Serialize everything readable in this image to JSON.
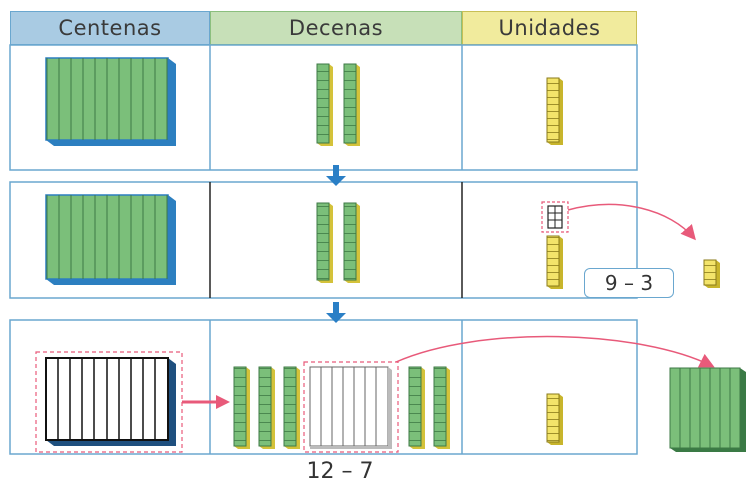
{
  "headers": {
    "centenas": "Centenas",
    "decenas": "Decenas",
    "unidades": "Unidades"
  },
  "operations": {
    "units_subtraction": "9 – 3",
    "tens_subtraction": "12 – 7"
  },
  "colors": {
    "centenas_header": "#a9cbe3",
    "decenas_header": "#c7e0b8",
    "unidades_header": "#f1eb9d",
    "block_green": "#7bbf7a",
    "block_blue": "#3a8fd0",
    "unit_yellow": "#f3e46a",
    "arrow_blue": "#2a7fc6",
    "arrow_pink": "#e85a7a",
    "grid_blue": "#6aa7cf"
  }
}
